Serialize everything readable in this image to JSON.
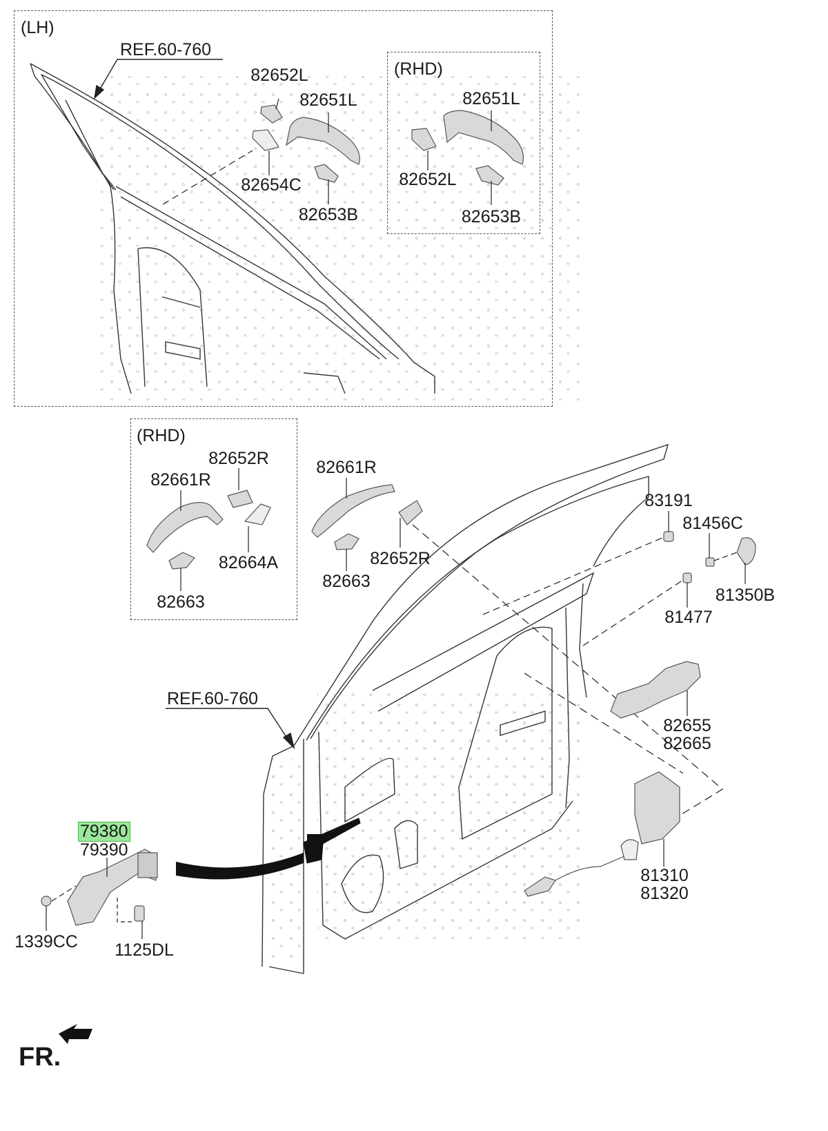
{
  "groups": {
    "lh": "(LH)",
    "rhd_upper": "(RHD)",
    "rhd_lower": "(RHD)"
  },
  "refs": {
    "ref_upper": "REF.60-760",
    "ref_lower": "REF.60-760"
  },
  "labels": {
    "lh_82652L": "82652L",
    "lh_82651L": "82651L",
    "lh_82654C": "82654C",
    "lh_82653B": "82653B",
    "rhdu_82651L": "82651L",
    "rhdu_82652L": "82652L",
    "rhdu_82653B": "82653B",
    "rhdl_82652R": "82652R",
    "rhdl_82661R": "82661R",
    "rhdl_82664A": "82664A",
    "rhdl_82663": "82663",
    "main_82661R": "82661R",
    "main_82663": "82663",
    "main_82652R": "82652R",
    "p83191": "83191",
    "p81456C": "81456C",
    "p81350B": "81350B",
    "p81477": "81477",
    "p82655": "82655",
    "p82665": "82665",
    "p81310": "81310",
    "p81320": "81320",
    "p79380": "79380",
    "p79390": "79390",
    "p1339CC": "1339CC",
    "p1125DL": "1125DL"
  },
  "direction": "FR.",
  "colors": {
    "line": "#222222",
    "part_fill": "#d9d9d9",
    "part_stroke": "#555555",
    "highlight": "#9be89b",
    "checker_black": "#111111"
  }
}
